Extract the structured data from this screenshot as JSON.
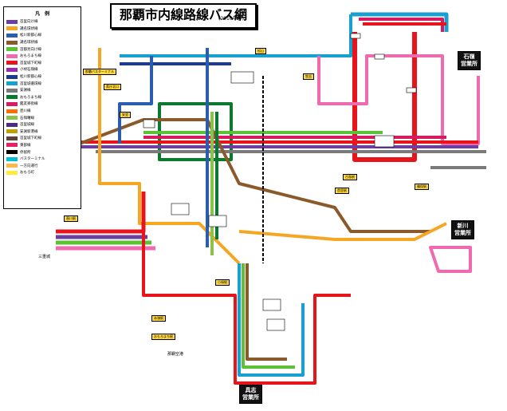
{
  "title": "那覇市内線路線バス網",
  "year_note": "(2010年春)",
  "legend": {
    "heading": "凡　例",
    "items": [
      {
        "label": "首里向け線",
        "color": "#6b3fa0"
      },
      {
        "label": "識名環状線",
        "color": "#f5a623"
      },
      {
        "label": "松川新都心線",
        "color": "#2a5db0"
      },
      {
        "label": "識名環状線",
        "color": "#8b5a2b"
      },
      {
        "label": "首都見向け線",
        "color": "#5bc236"
      },
      {
        "label": "おもろまち線",
        "color": "#f06ab0"
      },
      {
        "label": "首里城下町線",
        "color": "#e8141b"
      },
      {
        "label": "小禄石嶺線",
        "color": "#9c27b0"
      },
      {
        "label": "松川新都心線",
        "color": "#1e3a8a"
      },
      {
        "label": "首里城循環線",
        "color": "#18a0d0"
      },
      {
        "label": "安謝線",
        "color": "#7a7a7a"
      },
      {
        "label": "おもろまち線",
        "color": "#0b7a2e"
      },
      {
        "label": "鑑友楽街線",
        "color": "#d81b60"
      },
      {
        "label": "壺川線",
        "color": "#ff6f00"
      },
      {
        "label": "石嶺曙線",
        "color": "#8bc34a"
      },
      {
        "label": "首里城線",
        "color": "#4a2c80"
      },
      {
        "label": "安謝新港線",
        "color": "#c0a000"
      },
      {
        "label": "首里城下町線",
        "color": "#5d4037"
      },
      {
        "label": "東部線",
        "color": "#e91e63"
      },
      {
        "label": "停留所",
        "color": "#000000"
      },
      {
        "label": "バスターミナル",
        "color": "#00bcd4"
      },
      {
        "label": "一方向運行",
        "color": "#ffb74d"
      },
      {
        "label": "おもろ町",
        "color": "#ffeb3b"
      }
    ]
  },
  "depots": {
    "ishimine": "石嶺\n営業所",
    "shinkawa": "新川\n営業所",
    "gusukumagusuku": "具志\n営業所"
  },
  "places": {
    "sanjugaku": "三重城",
    "nahaairport": "那覇空港",
    "shuri": "首里",
    "omoromachi": "おもろまち"
  },
  "tags": [
    "那覇バスターミナル",
    "県庁北口",
    "松山",
    "牧志",
    "安里",
    "古島駅",
    "首里駅",
    "壺川駅",
    "小禄駅",
    "赤嶺駅",
    "おもろまち駅",
    "儀保駅"
  ],
  "colors": {
    "red": "#e8141b",
    "orange": "#f5a623",
    "blue": "#2a5db0",
    "brown": "#8b5a2b",
    "green": "#5bc236",
    "pink": "#f06ab0",
    "purple": "#6b3fa0",
    "cyan": "#18a0d0",
    "darkgreen": "#0b7a2e",
    "grey": "#7a7a7a",
    "navy": "#1e3a8a",
    "magenta": "#d81b60",
    "lime": "#8bc34a"
  }
}
